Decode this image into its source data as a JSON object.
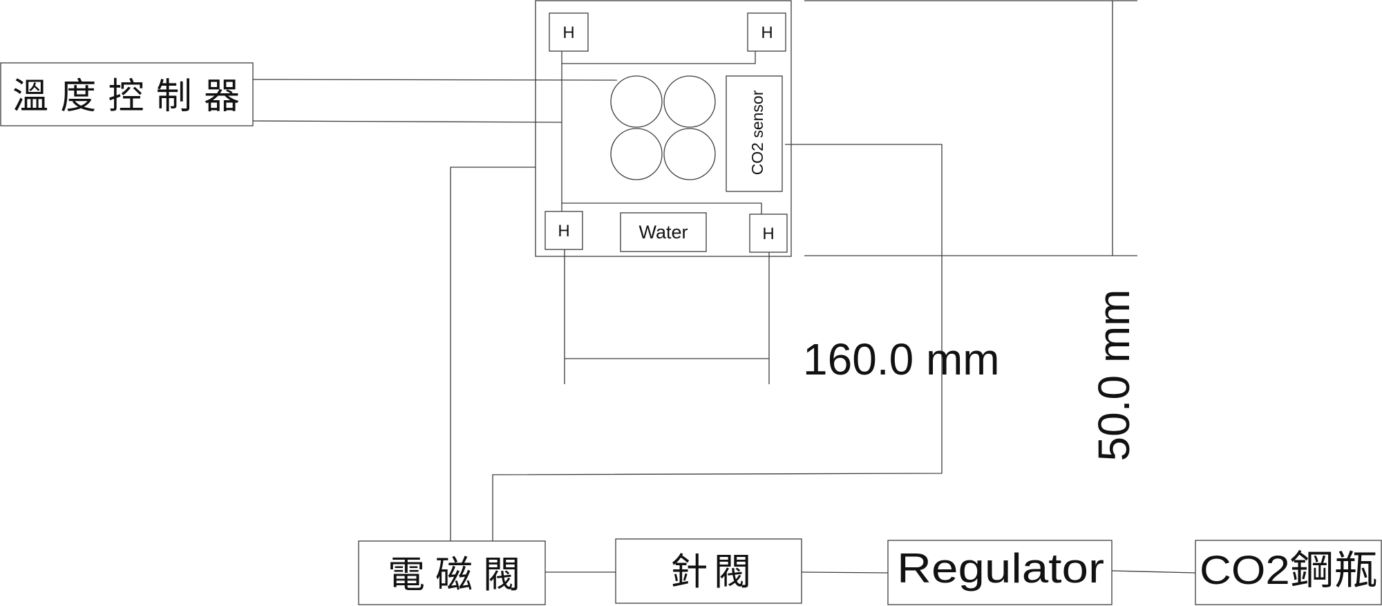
{
  "diagram": {
    "temperature_controller": "溫度控制器",
    "co2_sensor": "CO2 sensor",
    "water": "Water",
    "markers": [
      "H",
      "H",
      "H",
      "H"
    ],
    "width_dimension": "160.0 mm",
    "height_dimension": "50.0 mm",
    "solenoid_valve": "電磁閥",
    "needle_valve": "針閥",
    "regulator": "Regulator",
    "co2_cylinder": "CO2鋼瓶"
  }
}
